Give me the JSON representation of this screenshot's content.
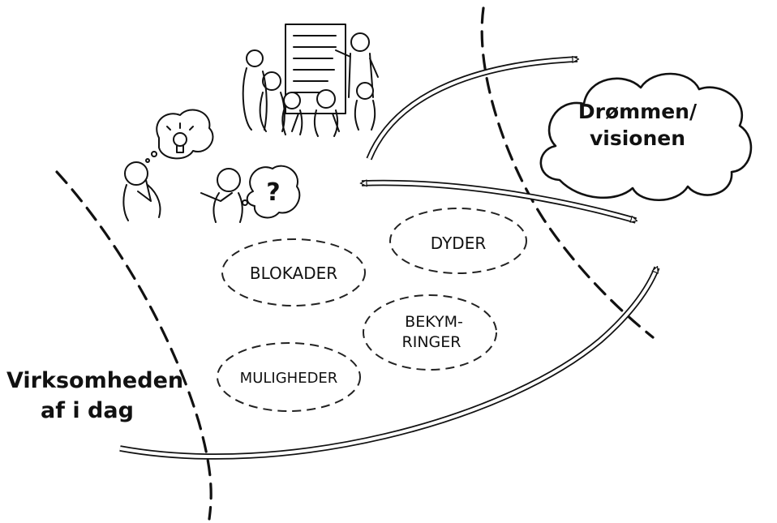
{
  "cloud": {
    "line1": "Drømmen/",
    "line2": "visionen"
  },
  "today": {
    "line1": "Virksomheden",
    "line2": "af i dag"
  },
  "ovals": {
    "blokader": "BLOKADER",
    "dyder": "DYDER",
    "bekym_1": "BEKYM-",
    "bekym_2": "RINGER",
    "muligheder": "MULIGHEDER"
  },
  "thought_bubble": {
    "question_mark": "?"
  },
  "colors": {
    "ink": "#111111",
    "background": "#ffffff"
  }
}
